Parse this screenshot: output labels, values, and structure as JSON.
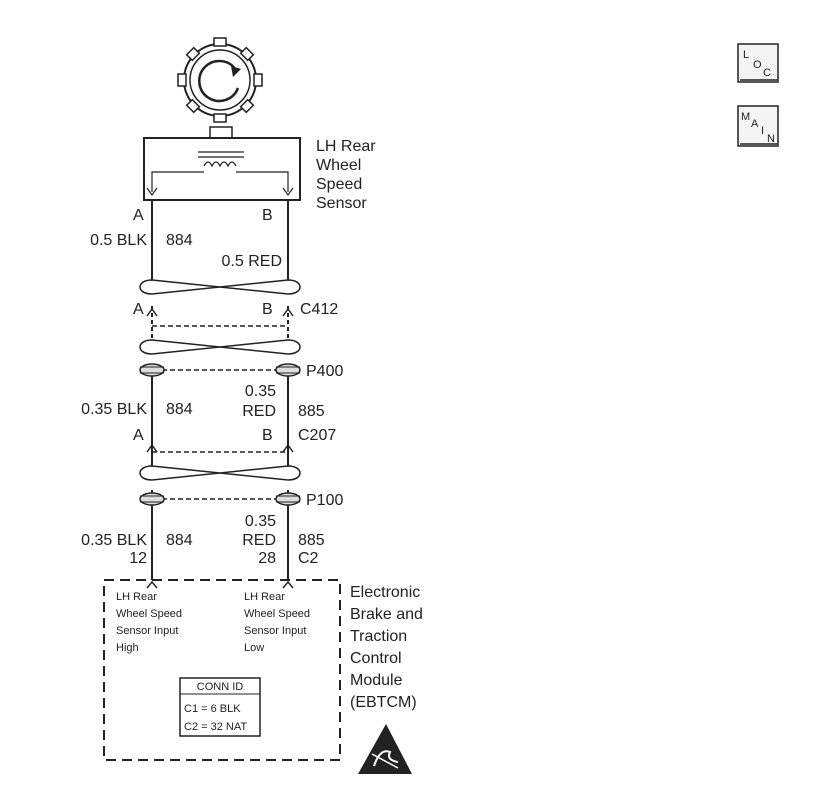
{
  "component_title": [
    "LH Rear",
    "Wheel",
    "Speed",
    "Sensor"
  ],
  "sensor_pins": {
    "a": "A",
    "b": "B"
  },
  "wire_a_upper": {
    "gauge_color": "0.5 BLK",
    "circuit": "884"
  },
  "wire_b_upper": {
    "gauge_color": "0.5 RED"
  },
  "connector_c412": {
    "pin_a": "A",
    "pin_b": "B",
    "name": "C412"
  },
  "connector_p400": "P400",
  "wire_a_mid": {
    "gauge_color": "0.35 BLK",
    "circuit": "884"
  },
  "wire_b_mid": {
    "gauge": "0.35",
    "color": "RED",
    "circuit": "885"
  },
  "connector_c207": {
    "pin_a": "A",
    "pin_b": "B",
    "name": "C207"
  },
  "connector_p100": "P100",
  "wire_a_lower": {
    "gauge_color": "0.35 BLK",
    "circuit": "884"
  },
  "wire_b_lower": {
    "gauge": "0.35",
    "color": "RED",
    "circuit": "885"
  },
  "module_pins": {
    "a": "12",
    "b": "28",
    "connector": "C2"
  },
  "module_inputs": {
    "high": [
      "LH Rear",
      "Wheel Speed",
      "Sensor Input",
      "High"
    ],
    "low": [
      "LH Rear",
      "Wheel Speed",
      "Sensor Input",
      "Low"
    ]
  },
  "module_title": [
    "Electronic",
    "Brake and",
    "Traction",
    "Control",
    "Module",
    "(EBTCM)"
  ],
  "conn_id": {
    "title": "CONN ID",
    "rows": [
      "C1 = 6 BLK",
      "C2 = 32 NAT"
    ]
  },
  "loc_button": {
    "l1": "L",
    "l2": "O",
    "l3": "C"
  },
  "main_button": {
    "l1": "M",
    "l2": "A",
    "l3": "I",
    "l4": "N"
  }
}
